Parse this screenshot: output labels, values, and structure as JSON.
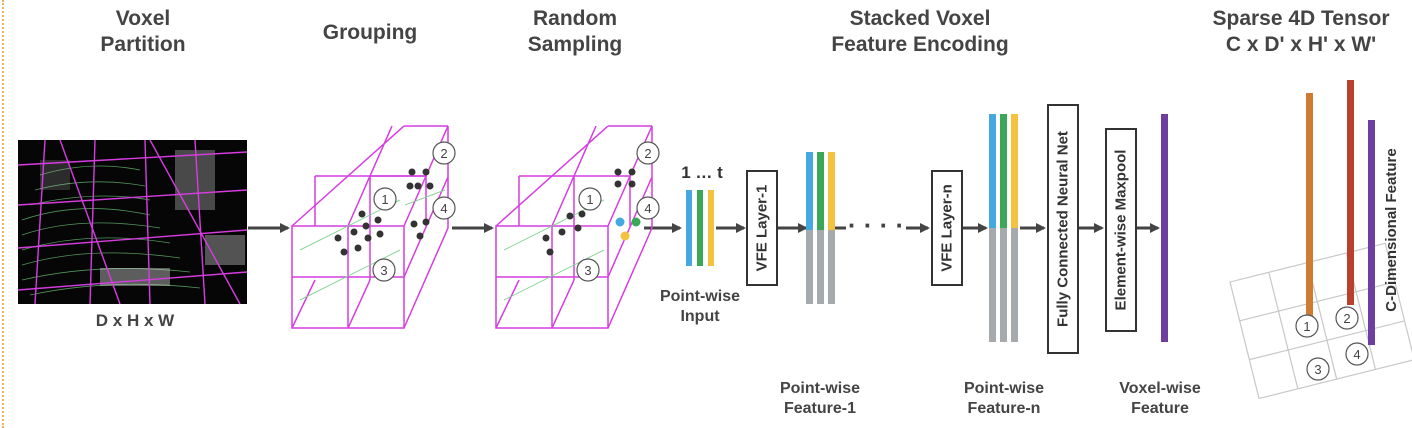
{
  "stages": {
    "voxel_partition": [
      "Voxel",
      "Partition"
    ],
    "grouping": "Grouping",
    "random_sampling": [
      "Random",
      "Sampling"
    ],
    "stacked_vfe": [
      "Stacked Voxel",
      "Feature Encoding"
    ],
    "sparse_tensor": [
      "Sparse 4D Tensor",
      "C x D' x H' x W'"
    ]
  },
  "labels": {
    "dims": "D x H x W",
    "pointwise_input": [
      "Point-wise",
      "Input"
    ],
    "t_range": "1 … t",
    "dots": "· · · ·",
    "pointwise_feature_1": [
      "Point-wise",
      "Feature-1"
    ],
    "pointwise_feature_n": [
      "Point-wise",
      "Feature-n"
    ],
    "voxelwise_feature": [
      "Voxel-wise",
      "Feature"
    ],
    "c_dimensional_feature": "C-Dimensional Feature"
  },
  "blocks": {
    "vfe_layer_1": "VFE Layer-1",
    "vfe_layer_n": "VFE Layer-n",
    "fcn": "Fully Connected Neural Net",
    "maxpool": "Element-wise Maxpool"
  },
  "cell_ids": [
    "1",
    "2",
    "3",
    "4"
  ],
  "colors": {
    "blue": "#46a8e0",
    "green": "#3aa858",
    "yellow": "#f4c23e",
    "gray": "#a7aaac",
    "purple": "#6e3fa1",
    "orange": "#d07a32",
    "red": "#b7412a",
    "magenta": "#d63de0",
    "arrow": "#444444"
  }
}
